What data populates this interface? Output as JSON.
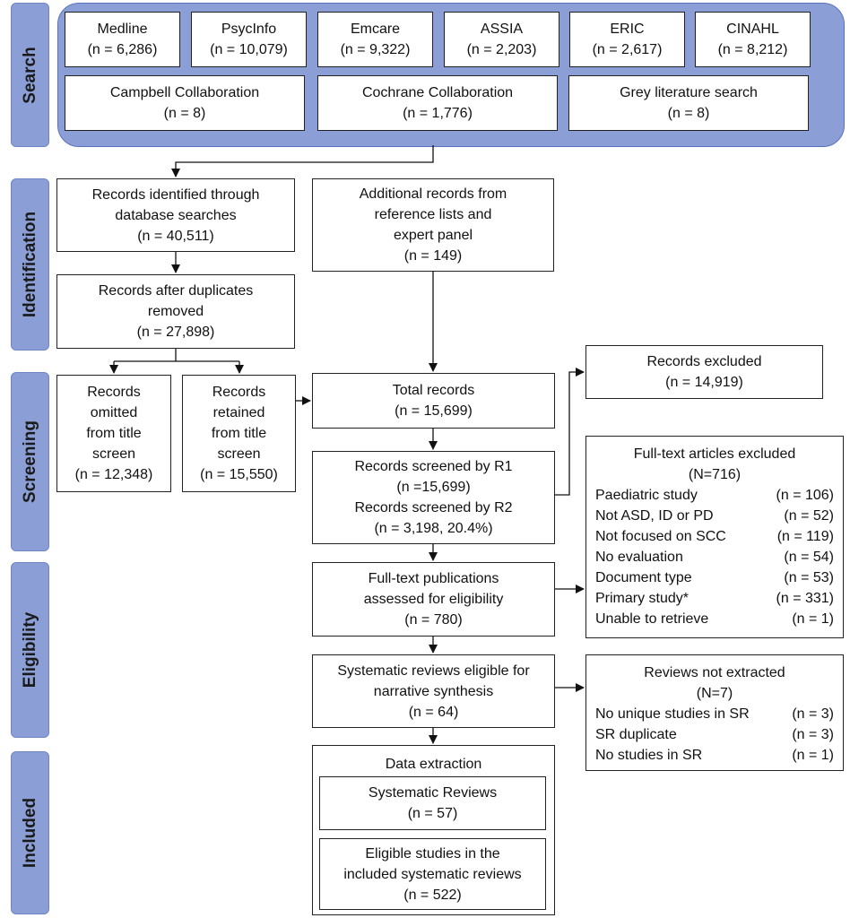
{
  "stages": [
    "Search",
    "Identification",
    "Screening",
    "Eligibility",
    "Included"
  ],
  "search": {
    "databases": [
      {
        "name": "Medline",
        "n": "(n = 6,286)"
      },
      {
        "name": "PsycInfo",
        "n": "(n = 10,079)"
      },
      {
        "name": "Emcare",
        "n": "(n = 9,322)"
      },
      {
        "name": "ASSIA",
        "n": "(n = 2,203)"
      },
      {
        "name": "ERIC",
        "n": "(n = 2,617)"
      },
      {
        "name": "CINAHL",
        "n": "(n = 8,212)"
      }
    ],
    "other": [
      {
        "name": "Campbell Collaboration",
        "n": "(n = 8)"
      },
      {
        "name": "Cochrane Collaboration",
        "n": "(n = 1,776)"
      },
      {
        "name": "Grey literature search",
        "n": "(n = 8)"
      }
    ]
  },
  "identified": {
    "lines": [
      "Records identified through",
      "database searches",
      "(n = 40,511)"
    ]
  },
  "additional": {
    "lines": [
      "Additional records from",
      "reference lists and",
      "expert panel",
      "(n = 149)"
    ]
  },
  "deduped": {
    "lines": [
      "Records after duplicates",
      "removed",
      "(n = 27,898)"
    ]
  },
  "omitted": {
    "lines": [
      "Records",
      "omitted",
      "from title",
      "screen",
      "(n = 12,348)"
    ]
  },
  "retained": {
    "lines": [
      "Records",
      "retained",
      "from title",
      "screen",
      "(n = 15,550)"
    ]
  },
  "total": {
    "lines": [
      "Total records",
      "(n = 15,699)"
    ]
  },
  "excluded": {
    "lines": [
      "Records excluded",
      "(n =  14,919)"
    ]
  },
  "screened": {
    "lines": [
      "Records screened by R1",
      "(n =15,699)",
      "Records screened by R2",
      "(n = 3,198, 20.4%)"
    ]
  },
  "fulltext_excluded": {
    "title": "Full-text articles excluded",
    "total": "(N=716)",
    "reasons": [
      {
        "label": "Paediatric study",
        "n": "(n = 106)"
      },
      {
        "label": "Not ASD, ID or PD",
        "n": "(n = 52)"
      },
      {
        "label": "Not focused on SCC",
        "n": "(n = 119)"
      },
      {
        "label": "No evaluation",
        "n": "(n = 54)"
      },
      {
        "label": "Document type",
        "n": "(n = 53)"
      },
      {
        "label": "Primary study*",
        "n": "(n = 331)"
      },
      {
        "label": "Unable to retrieve",
        "n": "(n = 1)"
      }
    ]
  },
  "assessed": {
    "lines": [
      "Full-text publications",
      "assessed for eligibility",
      "(n =  780)"
    ]
  },
  "eligible": {
    "lines": [
      "Systematic reviews eligible for",
      "narrative synthesis",
      "(n = 64)"
    ]
  },
  "not_extracted": {
    "title": "Reviews not extracted",
    "total": "(N=7)",
    "reasons": [
      {
        "label": "No unique studies in SR",
        "n": "(n = 3)"
      },
      {
        "label": "SR duplicate",
        "n": "(n = 3)"
      },
      {
        "label": "No studies in SR",
        "n": "(n = 1)"
      }
    ]
  },
  "extraction": {
    "title": "Data extraction",
    "reviews": {
      "lines": [
        "Systematic Reviews",
        "(n = 57)"
      ]
    },
    "studies": {
      "lines": [
        "Eligible studies in the",
        "included systematic reviews",
        "(n = 522)"
      ]
    }
  }
}
